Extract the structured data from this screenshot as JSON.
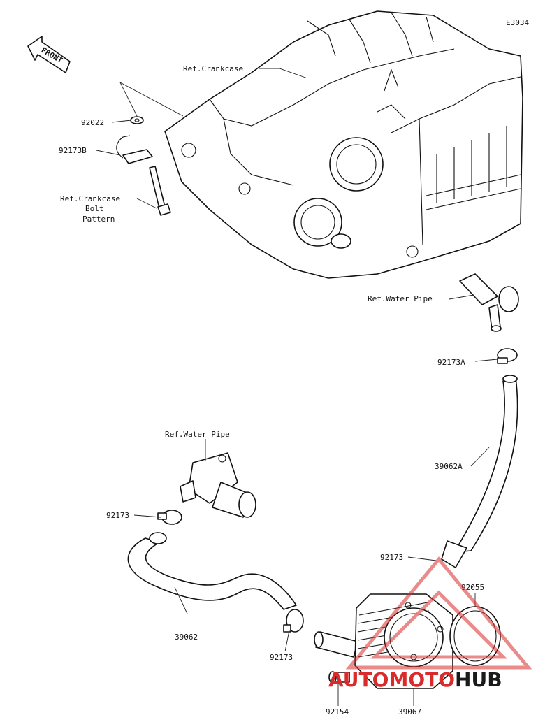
{
  "diagram_code": "E3034",
  "front_label": "FRONT",
  "labels": {
    "ref_crankcase": "Ref.Crankcase",
    "p92022": "92022",
    "p92173b": "92173B",
    "ref_bolt_l1": "Ref.Crankcase",
    "ref_bolt_l2": "Bolt",
    "ref_bolt_l3": "Pattern",
    "ref_water_pipe_top": "Ref.Water Pipe",
    "p92173a": "92173A",
    "p39062a": "39062A",
    "ref_water_pipe_left": "Ref.Water Pipe",
    "p92173_left": "92173",
    "p39062": "39062",
    "p92173_mid": "92173",
    "p92173_bottom": "92173",
    "p92055": "92055",
    "p92154": "92154",
    "p39067": "39067"
  },
  "watermark": {
    "part1": "AUTO",
    "part2": "MOTO",
    "part3": "HUB",
    "color_red": "#d92b2b",
    "color_dark": "#1a1a1a"
  }
}
